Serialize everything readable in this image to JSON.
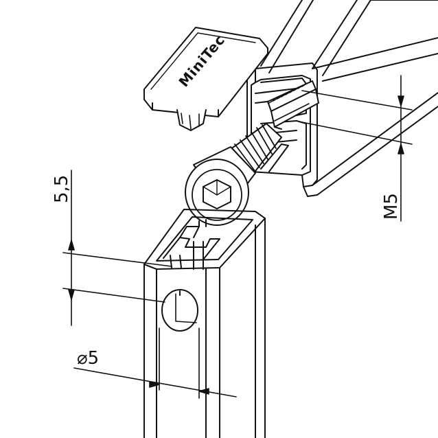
{
  "drawing": {
    "logo": "MiniTec",
    "dimensions": {
      "slot_width": "5,5",
      "hole_diameter": "⌀5",
      "thread": "M5"
    }
  }
}
